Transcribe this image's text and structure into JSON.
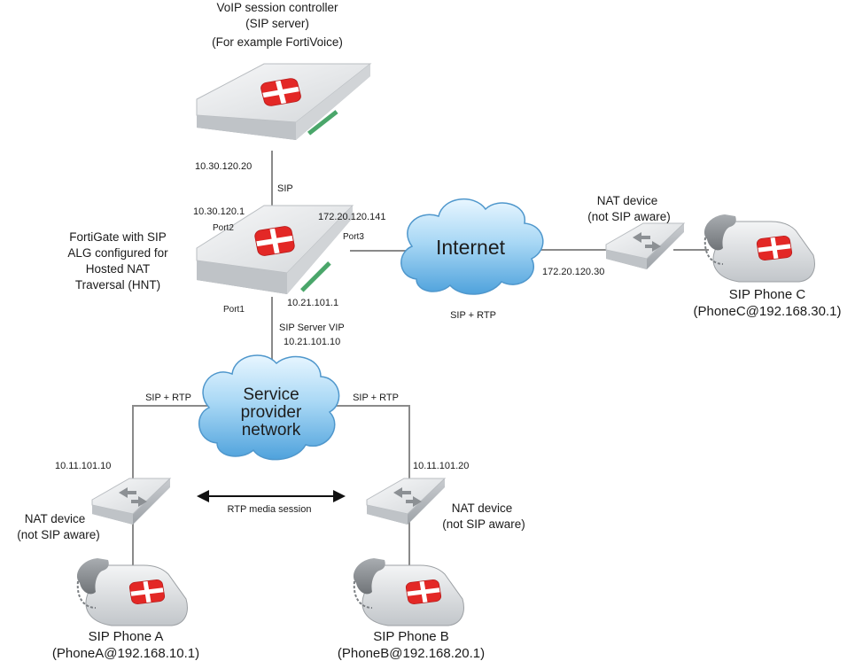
{
  "sip_server": {
    "title": "VoIP session controller",
    "subtitle": "(SIP server)",
    "example": "(For example FortiVoice)",
    "ip": "10.30.120.20"
  },
  "link_server_fortigate": {
    "label": "SIP"
  },
  "fortigate": {
    "desc_lines": [
      "FortiGate with SIP",
      "ALG configured for",
      "Hosted NAT",
      "Traversal (HNT)"
    ],
    "port1": "Port1",
    "port2": "Port2",
    "port3": "Port3",
    "port2_ip": "10.30.120.1",
    "port3_ip": "172.20.120.141",
    "port1_ip": "10.21.101.1",
    "vip_label": "SIP Server VIP",
    "vip_ip": "10.21.101.10"
  },
  "internet": {
    "label": "Internet",
    "traffic": "SIP + RTP"
  },
  "nat_c": {
    "line1": "NAT device",
    "line2": "(not SIP aware)",
    "ip": "172.20.120.30"
  },
  "phone_c": {
    "name": "SIP Phone C",
    "address": "(PhoneC@192.168.30.1)"
  },
  "provider": {
    "lines": [
      "Service",
      "provider",
      "network"
    ],
    "traffic_left": "SIP + RTP",
    "traffic_right": "SIP + RTP"
  },
  "nat_a": {
    "line1": "NAT device",
    "line2": "(not SIP aware)",
    "ip": "10.11.101.10"
  },
  "nat_b": {
    "line1": "NAT device",
    "line2": "(not SIP aware)",
    "ip": "10.11.101.20"
  },
  "rtp_session": {
    "label": "RTP media session"
  },
  "phone_a": {
    "name": "SIP Phone A",
    "address": "(PhoneA@192.168.10.1)"
  },
  "phone_b": {
    "name": "SIP Phone B",
    "address": "(PhoneB@192.168.20.1)"
  },
  "colors": {
    "fortinet_red": "#e32826",
    "device_body": "#e6e8ea",
    "cloud_blue": "#9fd0f0",
    "line": "#8a8a8a"
  }
}
